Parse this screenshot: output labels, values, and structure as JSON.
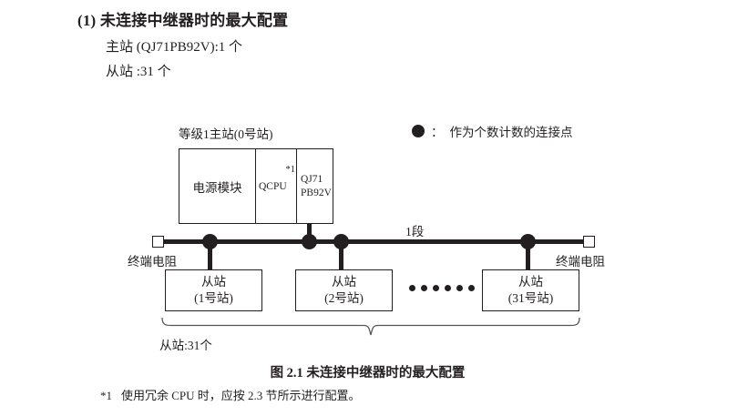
{
  "heading": {
    "number": "(1)",
    "title": "未连接中继器时的最大配置",
    "title_full": "(1) 未连接中继器时的最大配置",
    "master_line": "主站 (QJ71PB92V):1 个",
    "slave_line": "从站 :31 个"
  },
  "legend": {
    "symbol": "filled-circle",
    "colon": "：",
    "text": "作为个数计数的连接点"
  },
  "master_station": {
    "label": "等级1主站(0号站)",
    "modules": [
      {
        "name": "电源模块"
      },
      {
        "name": "QCPU",
        "footnote_marker": "*1"
      },
      {
        "name_line1": "QJ71",
        "name_line2": "PB92V"
      }
    ]
  },
  "bus": {
    "segment_label": "1段",
    "terminator_left": "终端电阻",
    "terminator_right": "终端电阻",
    "connection_dot_count": 4,
    "ellipsis_dot_count": 6
  },
  "slaves": [
    {
      "title": "从站",
      "station": "(1号站)"
    },
    {
      "title": "从站",
      "station": "(2号站)"
    },
    {
      "title": "从站",
      "station": "(31号站)"
    }
  ],
  "brace": {
    "count_label": "从站:31个"
  },
  "figure": {
    "caption": "图 2.1  未连接中继器时的最大配置"
  },
  "footnote": {
    "marker": "*1",
    "text": "使用冗余 CPU 时，应按 2.3 节所示进行配置。"
  },
  "colors": {
    "ink": "#231f20",
    "background": "#ffffff"
  }
}
